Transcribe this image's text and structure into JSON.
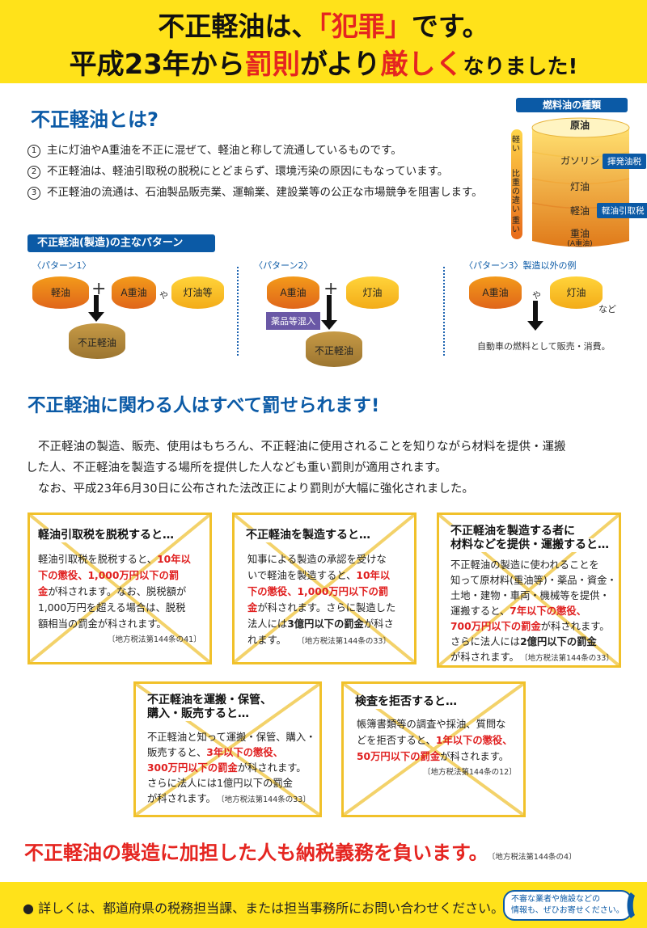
{
  "header": {
    "line1_pre": "不正軽油は、",
    "line1_hl": "「犯罪」",
    "line1_post": "です。",
    "line2_pre": "平成23年から",
    "line2_hl": "罰則",
    "line2_mid": "がより",
    "line2_hl2": "厳しく",
    "line2_post": "なりました!"
  },
  "what_is": {
    "title": "不正軽油とは?",
    "items": [
      {
        "num": "1",
        "text": "主に灯油やA重油を不正に混ぜて、軽油と称して流通しているものです。"
      },
      {
        "num": "2",
        "text": "不正軽油は、軽油引取税の脱税にとどまらず、環境汚染の原因にもなっています。"
      },
      {
        "num": "3",
        "text": "不正軽油の流通は、石油製品販売業、運輸業、建設業等の公正な市場競争を阻害します。"
      }
    ]
  },
  "fuel_types": {
    "title": "燃料油の種類",
    "crude": "原油",
    "light": "軽い",
    "gravity": "比重の違い",
    "heavy": "重い",
    "gasoline": "ガソリン",
    "kerosene": "灯油",
    "diesel": "軽油",
    "heavy_oil": "重油",
    "a_heavy": "(A重油)",
    "tag_gas": "揮発油税",
    "tag_diesel": "軽油引取税"
  },
  "patterns": {
    "title": "不正軽油(製造)の主なパターン",
    "p1": {
      "label": "〈パターン1〉",
      "a": "軽油",
      "plus": "+",
      "b": "A重油",
      "or": "や",
      "c": "灯油等",
      "result": "不正軽油"
    },
    "p2": {
      "label": "〈パターン2〉",
      "a": "A重油",
      "plus": "+",
      "b": "灯油",
      "mix": "薬品等混入",
      "result": "不正軽油"
    },
    "p3": {
      "label": "〈パターン3〉製造以外の例",
      "a": "A重油",
      "or": "や",
      "b": "灯油",
      "etc": "など",
      "note": "自動車の燃料として販売・消費。"
    }
  },
  "punish": {
    "title": "不正軽油に関わる人はすべて罰せられます!",
    "para1": "不正軽油の製造、販売、使用はもちろん、不正軽油に使用されることを知りながら材料を提供・運搬",
    "para2": "した人、不正軽油を製造する場所を提供した人なども重い罰則が適用されます。",
    "para3": "なお、平成23年6月30日に公布された法改正により罰則が大幅に強化されました。"
  },
  "boxes": {
    "b1": {
      "title": "軽油引取税を脱税すると…",
      "l1a": "軽油引取税を脱税すると、",
      "l1b": "10年以",
      "l2": "下の懲役、1,000万円以下の罰",
      "l3a": "金",
      "l3b": "が科されます。なお、脱税額が",
      "l4": "1,000万円を超える場合は、脱税",
      "l5": "額相当の罰金が科されます。",
      "ref": "〔地方税法第144条の41〕"
    },
    "b2": {
      "title": "不正軽油を製造すると…",
      "l1": "知事による製造の承認を受けな",
      "l2a": "いで軽油を製造すると、",
      "l2b": "10年以",
      "l3": "下の懲役、1,000万円以下の罰",
      "l4a": "金",
      "l4b": "が科されます。さらに製造した",
      "l5a": "法人には",
      "l5b": "3億円以下の罰金",
      "l5c": "が科さ",
      "l6": "れます。",
      "ref": "〔地方税法第144条の33〕"
    },
    "b3": {
      "title1": "不正軽油を製造する者に",
      "title2": "材料などを提供・運搬すると…",
      "l1": "不正軽油の製造に使われることを",
      "l2": "知って原材料(重油等)・薬品・資金・",
      "l3": "土地・建物・車両・機械等を提供・",
      "l4a": "運搬すると、",
      "l4b": "7年以下の懲役、",
      "l5a": "700万円以下の罰金",
      "l5b": "が科されます。",
      "l6a": "さらに法人には",
      "l6b": "2億円以下の罰金",
      "l7": "が科されます。",
      "ref": "〔地方税法第144条の33〕"
    },
    "b4": {
      "title1": "不正軽油を運搬・保管、",
      "title2": "購入・販売すると…",
      "l1": "不正軽油と知って運搬・保管、購入・",
      "l2a": "販売すると、",
      "l2b": "3年以下の懲役、",
      "l3a": "300万円以下の罰金",
      "l3b": "が科されます。",
      "l4": "さらに法人には1億円以下の罰金",
      "l5": "が科されます。",
      "ref": "〔地方税法第144条の33〕"
    },
    "b5": {
      "title": "検査を拒否すると…",
      "l1": "帳簿書類等の調査や採油、質問な",
      "l2a": "どを拒否すると、",
      "l2b": "1年以下の懲役、",
      "l3a": "50万円以下の罰金",
      "l3b": "が科されます。",
      "ref": "〔地方税法第144条の12〕"
    }
  },
  "bottom": {
    "title": "不正軽油の製造に加担した人も納税義務を負います。",
    "ref": "〔地方税法第144条の4〕"
  },
  "footer": {
    "bullet": "●",
    "text": "詳しくは、都道府県の税務担当課、または担当事務所にお問い合わせください。",
    "note1": "不審な業者や施設などの",
    "note2": "情報も、ぜひお寄せください。"
  },
  "colors": {
    "header_bg": "#ffe21a",
    "accent_blue": "#0b5aa6",
    "accent_red": "#e52520",
    "box_border": "#f1c12a"
  }
}
